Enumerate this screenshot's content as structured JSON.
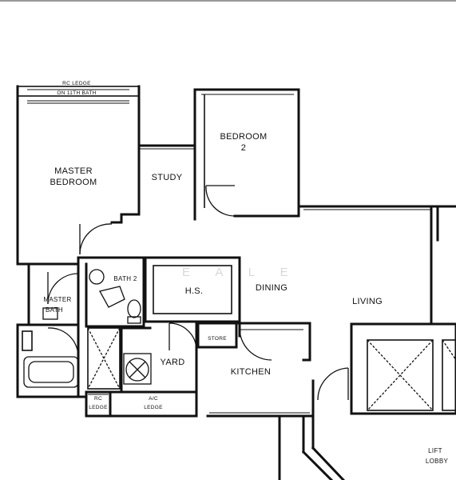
{
  "watermark": "E A L E",
  "rooms": {
    "rc_ledge_top": "RC LEDGE",
    "rc_ledge_top_sub": "ON 11TH BATH",
    "master_bedroom_line1": "MASTER",
    "master_bedroom_line2": "BEDROOM",
    "study": "STUDY",
    "bedroom2_line1": "BEDROOM",
    "bedroom2_line2": "2",
    "bath2": "BATH 2",
    "hs": "H.S.",
    "dining": "DINING",
    "living": "LIVING",
    "master_bath_line1": "MASTER",
    "master_bath_line2": "BATH",
    "store": "STORE",
    "yard": "YARD",
    "kitchen": "KITCHEN",
    "rc_ledge_line1": "RC",
    "rc_ledge_line2": "LEDGE",
    "ac_ledge_line1": "A/C",
    "ac_ledge_line2": "LEDGE",
    "lift_lobby_line1": "LIFT",
    "lift_lobby_line2": "LOBBY"
  }
}
